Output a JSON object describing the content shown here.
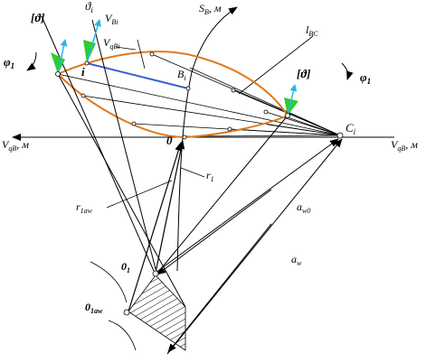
{
  "colors": {
    "line": "#000000",
    "curve": "#e07a1f",
    "segment": "#3a5fcd",
    "velocity_arrow": "#29b6e8",
    "angle_marker": "#2ecc2e",
    "hatch": "#000000"
  },
  "labels": {
    "theta_bracket_left": "[ϑ]",
    "theta_i": "ϑ",
    "theta_i_sub": "i",
    "v_bi": "V",
    "v_bi_sub": "Bi",
    "s_b": "S",
    "s_b_sub": "B",
    "s_b_unit": ", м",
    "l_bc": "l",
    "l_bc_sub": "BC",
    "v_qbi": "V",
    "v_qbi_sub": "qBi",
    "phi_left": "φ",
    "phi_left_sub": "1",
    "phi_right": "φ",
    "phi_right_sub": "1",
    "point_i": "i",
    "point_b": "B",
    "point_b_sub": "i",
    "theta_bracket_right": "[ϑ]",
    "c_i": "C",
    "c_i_sub": "i",
    "vqb_left": "V",
    "vqb_left_sub": "qB",
    "vqb_left_unit": ", м",
    "vqb_right": "V",
    "vqb_right_sub": "qB",
    "vqb_right_unit": ", м",
    "zero": "0",
    "r1": "r",
    "r1_sub": "1",
    "r1aw": "r",
    "r1aw_sub": "1aw",
    "aw0": "a",
    "aw0_sub": "w0",
    "aw": "a",
    "aw_sub": "w",
    "o1": "0",
    "o1_sub": "1",
    "o1aw": "0",
    "o1aw_sub": "1aw"
  }
}
